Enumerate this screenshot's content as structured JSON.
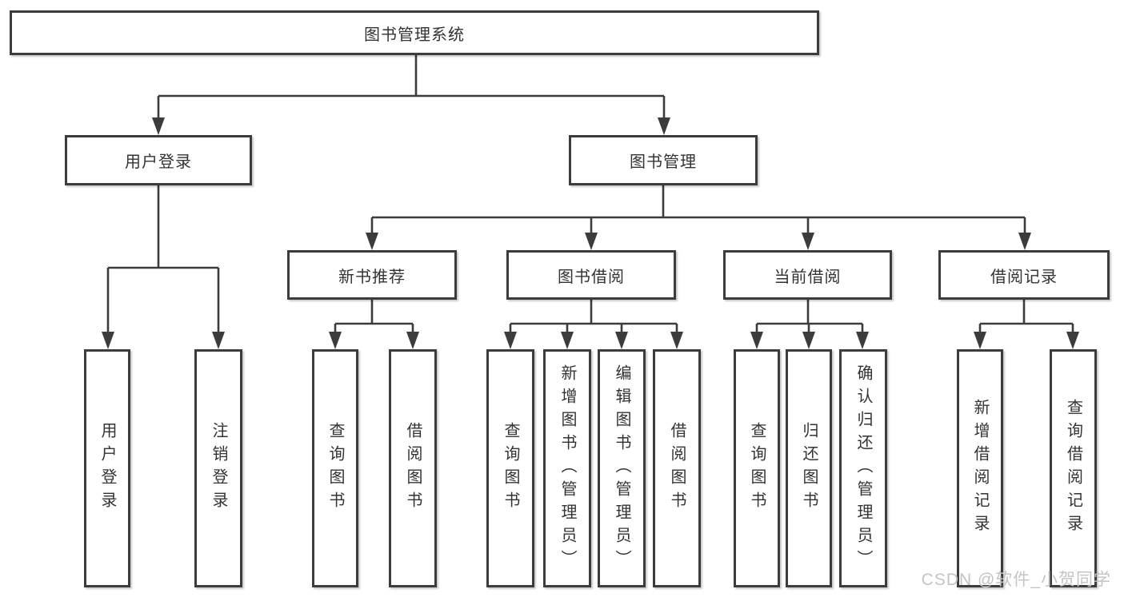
{
  "tree": {
    "label": "图书管理系统",
    "children": [
      {
        "label": "用户登录",
        "children": [
          {
            "label": "用户登录"
          },
          {
            "label": "注销登录"
          }
        ]
      },
      {
        "label": "图书管理",
        "children": [
          {
            "label": "新书推荐",
            "children": [
              {
                "label": "查询图书"
              },
              {
                "label": "借阅图书"
              }
            ]
          },
          {
            "label": "图书借阅",
            "children": [
              {
                "label": "查询图书"
              },
              {
                "label": "新增图书（管理员）"
              },
              {
                "label": "编辑图书（管理员）"
              },
              {
                "label": "借阅图书"
              }
            ]
          },
          {
            "label": "当前借阅",
            "children": [
              {
                "label": "查询图书"
              },
              {
                "label": "归还图书"
              },
              {
                "label": "确认归还（管理员）"
              }
            ]
          },
          {
            "label": "借阅记录",
            "children": [
              {
                "label": "新增借阅记录"
              },
              {
                "label": "查询借阅记录"
              }
            ]
          }
        ]
      }
    ]
  },
  "watermark": {
    "text": "CSDN @软件_小贺同学"
  },
  "colors": {
    "line": "#3c3c3c",
    "box_border": "#3c3c3c",
    "box_fill": "#ffffff",
    "text": "#333333",
    "background": "#ffffff",
    "watermark": "#c4c4c4"
  }
}
